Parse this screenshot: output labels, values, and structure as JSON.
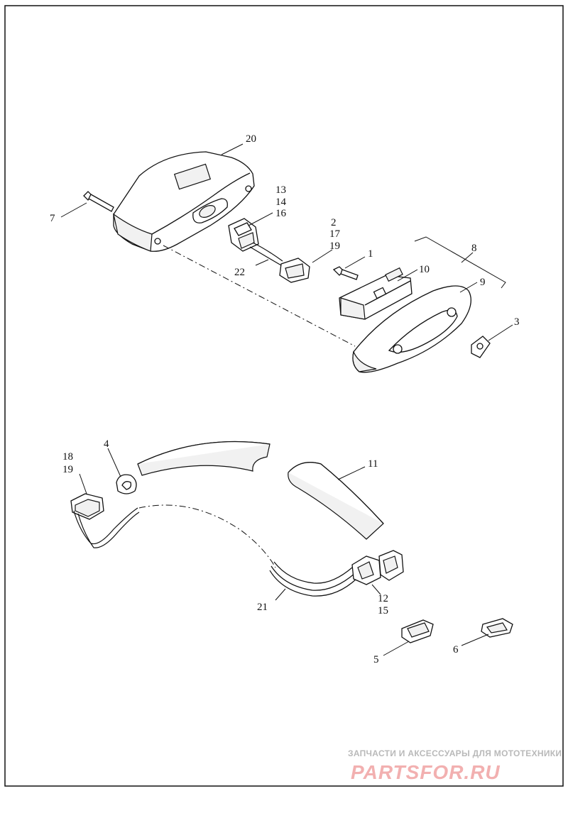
{
  "callouts": {
    "c20": "20",
    "c13": "13",
    "c14": "14",
    "c16": "16",
    "c7": "7",
    "c2": "2",
    "c17": "17",
    "c19a": "19",
    "c22": "22",
    "c1": "1",
    "c8": "8",
    "c10": "10",
    "c9": "9",
    "c3": "3",
    "c4": "4",
    "c18": "18",
    "c19b": "19",
    "c11": "11",
    "c21": "21",
    "c12": "12",
    "c15": "15",
    "c5": "5",
    "c6": "6"
  },
  "watermark": {
    "tagline": "ЗАПЧАСТИ И АКСЕССУАРЫ ДЛЯ МОТОТЕХНИКИ",
    "logo": "PARTSFOR.RU"
  }
}
